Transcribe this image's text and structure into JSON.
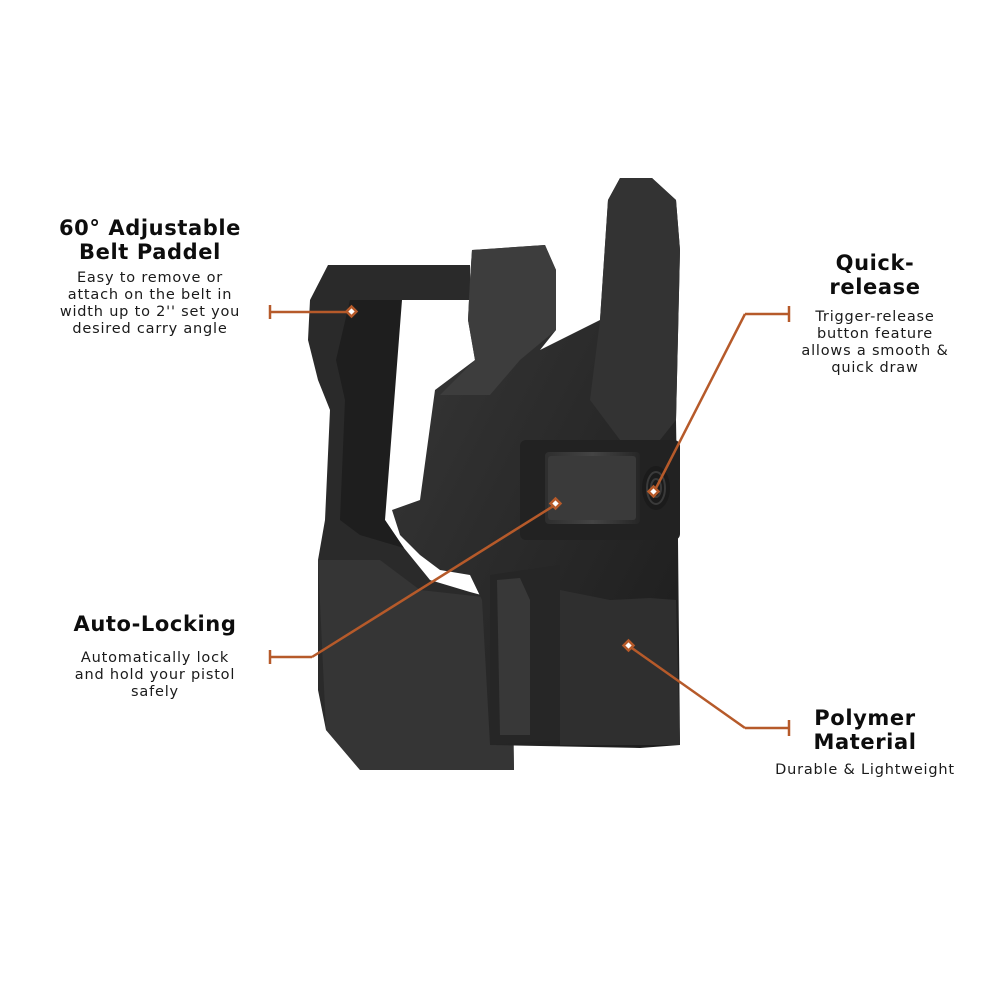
{
  "features": {
    "belt_paddle": {
      "title_line1": "60° Adjustable",
      "title_line2": "Belt Paddel",
      "desc_lines": [
        "Easy to remove or",
        "attach on the belt in",
        "width up to 2'' set you",
        "desired carry angle"
      ]
    },
    "quick_release": {
      "title_line1": "Quick-",
      "title_line2": "release",
      "desc_lines": [
        "Trigger-release",
        "button feature",
        "allows a smooth &",
        "quick draw"
      ]
    },
    "auto_locking": {
      "title_line1": "Auto-Locking",
      "desc_lines": [
        "Automatically lock",
        "and hold your pistol",
        "safely"
      ]
    },
    "polymer": {
      "title_line1": "Polymer",
      "title_line2": "Material",
      "desc_lines": [
        "Durable & Lightweight"
      ]
    }
  },
  "colors": {
    "callout_line": "#b65a2a",
    "holster_body": "#2b2b2b",
    "background": "#ffffff"
  }
}
